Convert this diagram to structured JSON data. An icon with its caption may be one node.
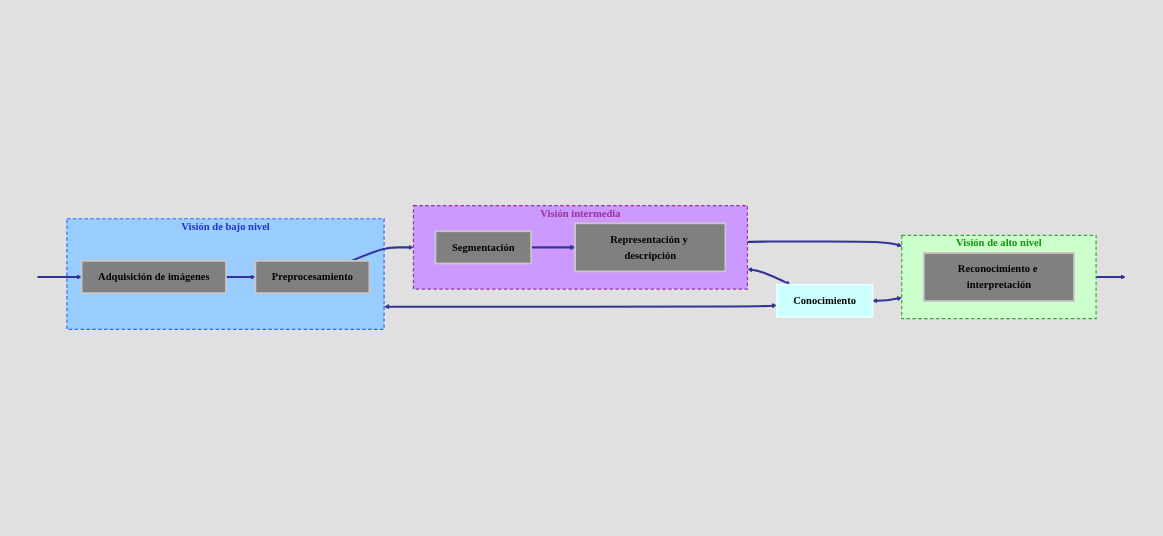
{
  "diagram": {
    "nodes": [
      {
        "text": [
          "Visión intermedia"
        ]
      },
      {
        "text": [
          "Segmentación"
        ],
        "in": 0
      },
      {
        "text": [
          "Representación y descripción"
        ],
        "in": 0
      },
      {
        "text": [
          "Visión de bajo nivel"
        ]
      },
      {
        "text": [
          "Preprocesamiento"
        ],
        "in": 3
      },
      {
        "text": [
          "Adquisición de imágenes"
        ],
        "in": 3
      },
      {
        "text": [
          "Conocimiento"
        ]
      },
      {
        "text": [
          "Visión de alto nivel"
        ]
      },
      {
        "text": [
          "Reconocimiento e interpretación"
        ],
        "in": 7
      }
    ],
    "edges": [
      {
        "from": null,
        "to": 5,
        "arrow": "to"
      },
      {
        "from": 5,
        "to": 4,
        "arrow": "to"
      },
      {
        "from": 4,
        "to": 0,
        "arrow": "to"
      },
      {
        "from": 1,
        "to": 2,
        "arrow": "to"
      },
      {
        "from": 0,
        "to": 7,
        "arrow": "to"
      },
      {
        "from": 7,
        "to": null,
        "arrow": "to"
      },
      {
        "from": 0,
        "to": 6,
        "arrow": "both"
      },
      {
        "from": 3,
        "to": 6,
        "arrow": "both"
      },
      {
        "from": 6,
        "to": 7,
        "arrow": "both"
      }
    ]
  }
}
